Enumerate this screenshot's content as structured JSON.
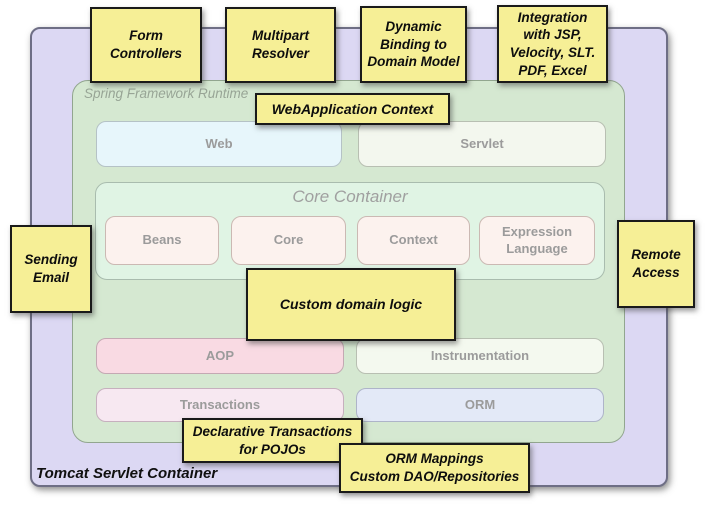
{
  "diagram": {
    "title": "Spring Framework runtime architecture with annotations",
    "containers": {
      "tomcat_label": "Tomcat Servlet Container",
      "runtime_label": "Spring Framework Runtime",
      "core_container_label": "Core Container"
    },
    "modules": {
      "web": {
        "label": "Web"
      },
      "servlet": {
        "label": "Servlet"
      },
      "beans": {
        "label": "Beans"
      },
      "core": {
        "label": "Core"
      },
      "context": {
        "label": "Context"
      },
      "expression": {
        "label": "Expression Language"
      },
      "aop": {
        "label": "AOP"
      },
      "instrumentation": {
        "label": "Instrumentation"
      },
      "transactions": {
        "label": "Transactions"
      },
      "orm": {
        "label": "ORM"
      }
    },
    "notes": {
      "form_controllers": {
        "label": "Form\nControllers"
      },
      "multipart_resolver": {
        "label": "Multipart\nResolver"
      },
      "dynamic_binding": {
        "label": "Dynamic\nBinding to\nDomain Model"
      },
      "integration": {
        "label": "Integration\nwith JSP,\nVelocity, SLT.\nPDF, Excel"
      },
      "webapplication_context": {
        "label": "WebApplication Context"
      },
      "sending_email": {
        "label": "Sending\nEmail"
      },
      "remote_access": {
        "label": "Remote\nAccess"
      },
      "custom_domain_logic": {
        "label": "Custom domain logic"
      },
      "declarative_transactions": {
        "label": "Declarative Transactions\nfor POJOs"
      },
      "orm_mappings": {
        "label": "ORM Mappings\nCustom DAO/Repositories"
      }
    },
    "colors": {
      "note_fill": "#f6ef96",
      "note_border": "#1a1a1a",
      "tomcat_purple": "#dcd8f3",
      "runtime_green": "#d5e8d1",
      "core_container_mint": "#e0f4e4",
      "web_blue": "#e7f6fb",
      "servlet_white_green": "#f3f7ee",
      "inner_module_pink": "#fcf2ee",
      "aop_pink": "#f9dae3",
      "transactions_pink": "#f7e8f1",
      "orm_blue": "#e3e9f7",
      "module_label_gray": "#9b9b9b"
    }
  }
}
